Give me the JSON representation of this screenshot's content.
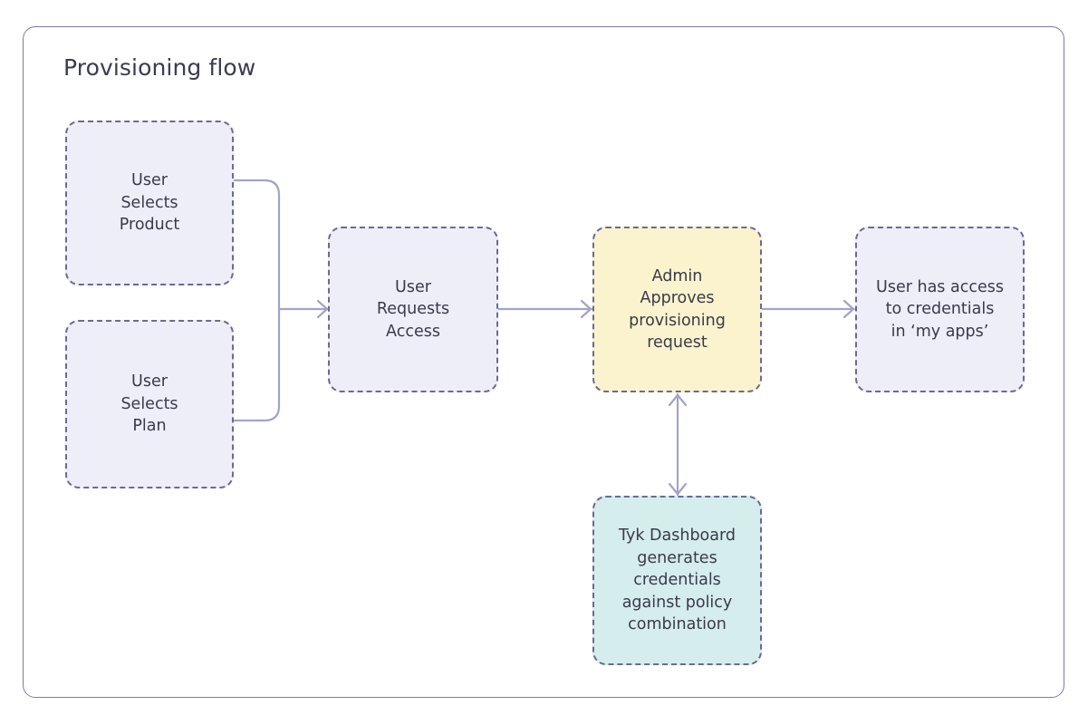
{
  "diagram": {
    "title": "Provisioning flow",
    "type": "flowchart",
    "colors": {
      "frame_border": "#7b7ba0",
      "node_border": "#6a6a92",
      "node_fill_default": "#edeef7",
      "node_fill_highlight": "#fbf3cd",
      "node_fill_accent": "#d5edec",
      "connector": "#a3a3c8",
      "text": "#3a3a4a",
      "title_text": "#3b3b52",
      "background": "#ffffff"
    },
    "nodes": [
      {
        "id": "user-selects-product",
        "label": "User\nSelects\nProduct",
        "fill": "lavender",
        "border_style": "dashed"
      },
      {
        "id": "user-selects-plan",
        "label": "User\nSelects\nPlan",
        "fill": "lavender",
        "border_style": "dashed"
      },
      {
        "id": "user-requests-access",
        "label": "User\nRequests\nAccess",
        "fill": "lavender",
        "border_style": "dashed"
      },
      {
        "id": "admin-approves",
        "label": "Admin\nApproves\nprovisioning\nrequest",
        "fill": "yellow",
        "border_style": "dashed"
      },
      {
        "id": "user-has-access",
        "label": "User has access\nto credentials\nin ‘my apps’",
        "fill": "lavender",
        "border_style": "dashed"
      },
      {
        "id": "tyk-dashboard",
        "label": "Tyk Dashboard\ngenerates\ncredentials\nagainst policy\ncombination",
        "fill": "teal",
        "border_style": "dashed"
      }
    ],
    "edges": [
      {
        "id": "product-to-request",
        "from": "user-selects-product",
        "to": "user-requests-access",
        "direction": "forward",
        "style": "elbow"
      },
      {
        "id": "plan-to-request",
        "from": "user-selects-plan",
        "to": "user-requests-access",
        "direction": "forward",
        "style": "elbow"
      },
      {
        "id": "request-to-admin",
        "from": "user-requests-access",
        "to": "admin-approves",
        "direction": "forward",
        "style": "straight"
      },
      {
        "id": "admin-to-access",
        "from": "admin-approves",
        "to": "user-has-access",
        "direction": "forward",
        "style": "straight"
      },
      {
        "id": "admin-tyk-bidirectional",
        "from": "admin-approves",
        "to": "tyk-dashboard",
        "direction": "bidirectional",
        "style": "straight"
      }
    ]
  }
}
